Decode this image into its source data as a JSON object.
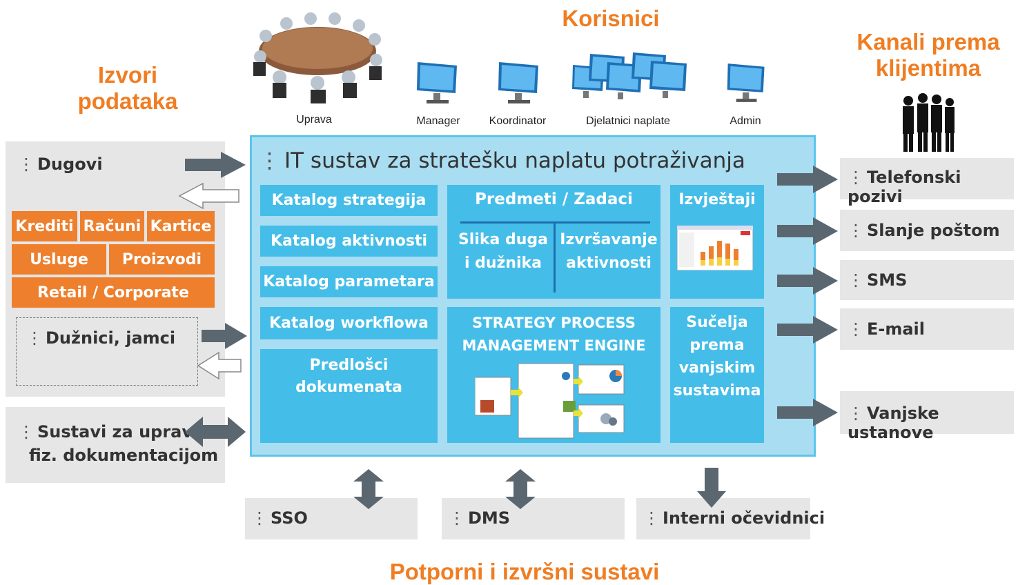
{
  "titles": {
    "korisnici": "Korisnici",
    "izvori": "Izvori podataka",
    "kanali": "Kanali prema klijentima",
    "potporni": "Potporni i izvršni sustavi"
  },
  "users": {
    "uprava": "Uprava",
    "manager": "Manager",
    "koordinator": "Koordinator",
    "djelatnici": "Djelatnici naplate",
    "admin": "Admin"
  },
  "sources": {
    "dugovi": "Dugovi",
    "krediti": "Krediti",
    "racuni": "Računi",
    "kartice": "Kartice",
    "usluge": "Usluge",
    "proizvodi": "Proizvodi",
    "retail": "Retail / Corporate",
    "duznici": "Dužnici, jamci",
    "sustavi_line1": "Sustavi za upravlj.",
    "sustavi_line2": "fiz. dokumentacijom"
  },
  "main": {
    "title": "IT sustav za stratešku naplatu potraživanja",
    "katalog_strategija": "Katalog strategija",
    "katalog_aktivnosti": "Katalog aktivnosti",
    "katalog_parametara": "Katalog parametara",
    "katalog_workflowa": "Katalog workflowa",
    "predlosci_line1": "Predlošci",
    "predlosci_line2": "dokumenata",
    "predmeti": "Predmeti / Zadaci",
    "slika_line1": "Slika duga",
    "slika_line2": "i dužnika",
    "izvrs_line1": "Izvršavanje",
    "izvrs_line2": "aktivnosti",
    "izvjestaji": "Izvještaji",
    "engine_line1": "STRATEGY PROCESS",
    "engine_line2": "MANAGEMENT ENGINE",
    "sucelja_line1": "Sučelja",
    "sucelja_line2": "prema",
    "sucelja_line3": "vanjskim",
    "sucelja_line4": "sustavima"
  },
  "channels": {
    "telefon": "Telefonski pozivi",
    "posta": "Slanje poštom",
    "sms": "SMS",
    "email": "E-mail",
    "vanjske": "Vanjske ustanove"
  },
  "support": {
    "sso": "SSO",
    "dms": "DMS",
    "interni": "Interni očevidnici"
  },
  "colors": {
    "accent_orange": "#ee7f2d",
    "title_orange": "#f07d22",
    "block_blue": "#45bde9",
    "panel_blue": "#a9ddf1",
    "panel_border": "#5cc4ec",
    "arrow_gray": "#5a6770",
    "box_gray": "#e6e6e6"
  }
}
